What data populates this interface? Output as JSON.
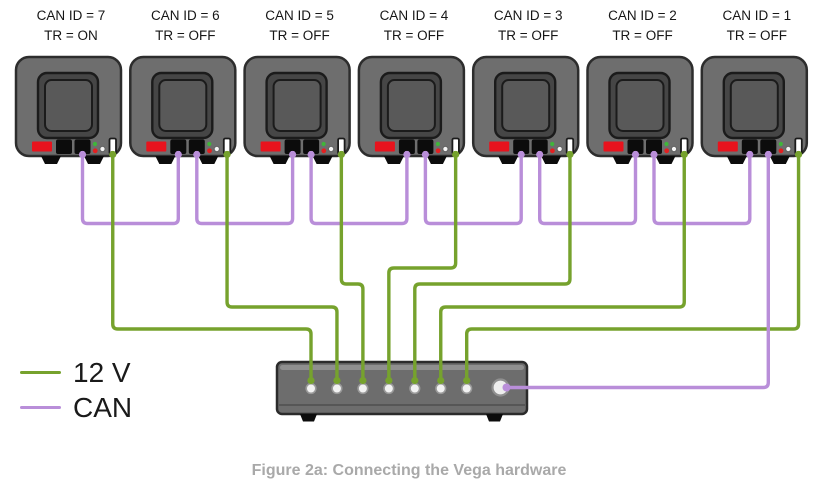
{
  "figure": {
    "caption": "Figure 2a: Connecting the Vega hardware",
    "devices": [
      {
        "can_id_label": "CAN ID = 7",
        "tr_label": "TR = ON"
      },
      {
        "can_id_label": "CAN ID = 6",
        "tr_label": "TR = OFF"
      },
      {
        "can_id_label": "CAN ID = 5",
        "tr_label": "TR = OFF"
      },
      {
        "can_id_label": "CAN ID = 4",
        "tr_label": "TR = OFF"
      },
      {
        "can_id_label": "CAN ID = 3",
        "tr_label": "TR = OFF"
      },
      {
        "can_id_label": "CAN ID = 2",
        "tr_label": "TR = OFF"
      },
      {
        "can_id_label": "CAN ID = 1",
        "tr_label": "TR = OFF"
      }
    ],
    "legend": [
      {
        "label": "12 V",
        "color": "#76a22d"
      },
      {
        "label": "CAN",
        "color": "#b98ed9"
      }
    ],
    "hub": {
      "power_ports": 7,
      "can_ports": 1
    },
    "colors": {
      "power_cable": "#76a22d",
      "can_cable": "#b98ed9",
      "device_body": "#6e6e6e",
      "device_border": "#2d2d2d",
      "screen_bezel": "#464646",
      "screen": "#595959",
      "power_switch_red": "#e8131d",
      "port_black": "#0c0c0c",
      "led_green": "#3fb53a",
      "led_red": "#e32021",
      "hub_body": "#6d6d6d",
      "hub_highlight": "#8f8f8f",
      "hub_port_fill": "#f2f2f2",
      "hub_port_stroke": "#9a9a9a",
      "caption_text": "#a9a9a9",
      "label_text": "#161616"
    }
  }
}
